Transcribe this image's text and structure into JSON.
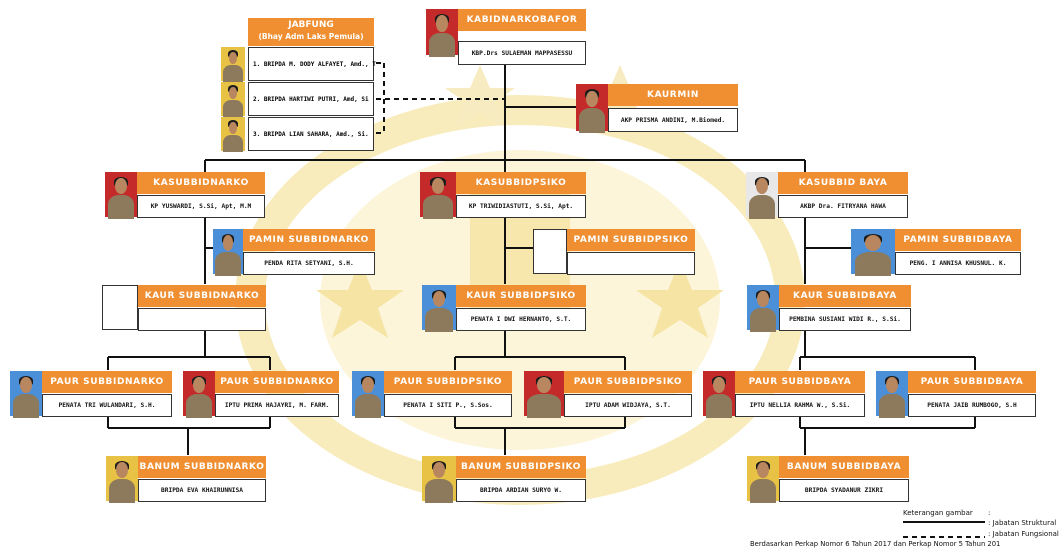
{
  "colors": {
    "header": "#ef8f32",
    "watermark": "#f7e6a6",
    "line": "#111111"
  },
  "root": {
    "title": "KABIDNARKOBAFOR",
    "name": "KBP.Drs SULAEMAN MAPPASESSU"
  },
  "jabfung": {
    "title": "JABFUNG",
    "subtitle": "(Bhay Adm Laks Pemula)",
    "members": [
      "1. BRIPDA M. DODY ALFAYET, Amd., T",
      "2. BRIPDA HARTIWI PUTRI, Amd, Si",
      "3. BRIPDA LIAN SAHARA, Amd., Si."
    ]
  },
  "kaurmin": {
    "title": "KAURMIN",
    "name": "AKP PRISMA ANDINI, M.Biomed."
  },
  "kasub": [
    {
      "title": "KASUBBIDNARKO",
      "name": "KP YUSWARDI, S.Si, Apt, M.M"
    },
    {
      "title": "KASUBBIDPSIKO",
      "name": "KP TRIWIDIASTUTI, S.Si, Apt."
    },
    {
      "title": "KASUBBID BAYA",
      "name": "AKBP Dra. FITRYANA HAWA"
    }
  ],
  "pamin": [
    {
      "title": "PAMIN SUBBIDNARKO",
      "name": "PENDA RITA SETYANI, S.H."
    },
    {
      "title": "PAMIN SUBBIDPSIKO",
      "name": ""
    },
    {
      "title": "PAMIN SUBBIDBAYA",
      "name": "PENG. I ANNISA KHUSNUL. K."
    }
  ],
  "kaur": [
    {
      "title": "KAUR SUBBIDNARKO",
      "name": ""
    },
    {
      "title": "KAUR SUBBIDPSIKO",
      "name": "PENATA I DWI HERNANTO, S.T."
    },
    {
      "title": "KAUR SUBBIDBAYA",
      "name": "PEMBINA SUSIANI WIDI R., S.Si."
    }
  ],
  "paur": [
    {
      "title": "PAUR SUBBIDNARKO",
      "name": "PENATA TRI WULANDARI, S.H."
    },
    {
      "title": "PAUR SUBBIDNARKO",
      "name": "IPTU PRIMA HAJAYRI, M. FARM."
    },
    {
      "title": "PAUR SUBBIDPSIKO",
      "name": "PENATA I SITI P., S.Sos."
    },
    {
      "title": "PAUR SUBBIDPSIKO",
      "name": "IPTU ADAM WIDJAYA, S.T."
    },
    {
      "title": "PAUR SUBBIDBAYA",
      "name": "IPTU NELLIA RAHMA W., S.Si."
    },
    {
      "title": "PAUR SUBBIDBAYA",
      "name": "PENATA JAIB RUMBOGO, S.H"
    }
  ],
  "banum": [
    {
      "title": "BANUM SUBBIDNARKO",
      "name": "BRIPDA EVA KHAIRUNNISA"
    },
    {
      "title": "BANUM SUBBIDPSIKO",
      "name": "BRIPDA ARDIAN SURYO W."
    },
    {
      "title": "BANUM SUBBIDBAYA",
      "name": "BRIPDA SYADANUR ZIKRI"
    }
  ],
  "legend": {
    "heading": "Keterangan gambar",
    "colon": ":",
    "structural": ": Jabatan Struktural",
    "functional": ": Jabatan Fungsional",
    "footnote": "Berdasarkan Perkap Nomor 6 Tahun 2017 dan Perkap Nomor 5 Tahun 201"
  }
}
